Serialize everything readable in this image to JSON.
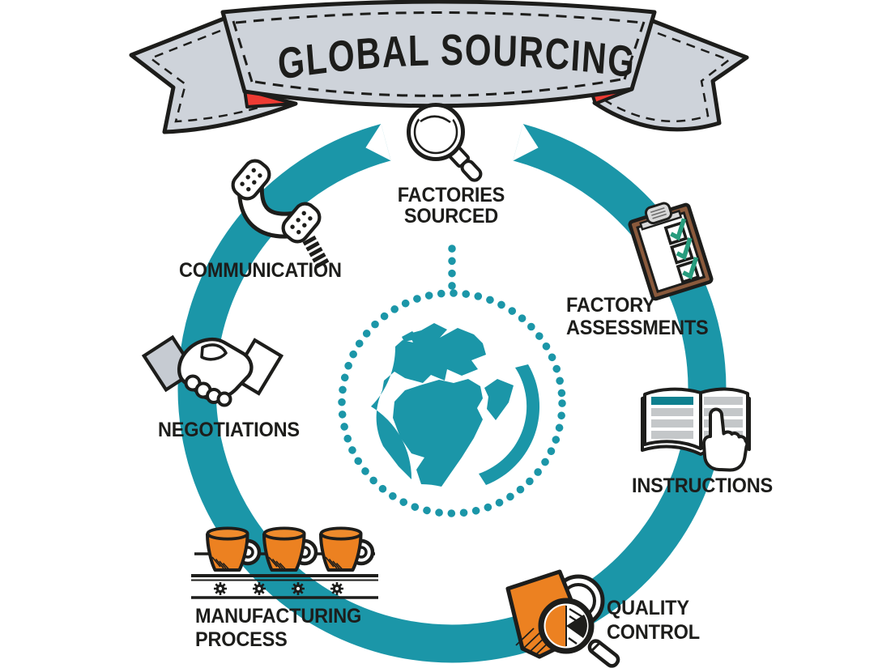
{
  "banner": {
    "title": "GLOBAL SOURCING"
  },
  "center": {
    "icon": "globe-icon"
  },
  "steps": [
    {
      "id": "factories-sourced",
      "icon": "magnifier-icon",
      "lines": [
        "FACTORIES",
        "SOURCED"
      ]
    },
    {
      "id": "factory-assessments",
      "icon": "clipboard-checklist-icon",
      "lines": [
        "FACTORY",
        "ASSESSMENTS"
      ]
    },
    {
      "id": "instructions",
      "icon": "open-book-hand-icon",
      "lines": [
        "INSTRUCTIONS"
      ]
    },
    {
      "id": "quality-control",
      "icon": "fabric-magnifier-icon",
      "lines": [
        "QUALITY",
        "CONTROL"
      ]
    },
    {
      "id": "manufacturing-process",
      "icon": "conveyor-mugs-icon",
      "lines": [
        "MANUFACTURING",
        "PROCESS"
      ]
    },
    {
      "id": "negotiations",
      "icon": "handshake-icon",
      "lines": [
        "NEGOTIATIONS"
      ]
    },
    {
      "id": "communication",
      "icon": "telephone-icon",
      "lines": [
        "COMMUNICATION"
      ]
    }
  ],
  "colors": {
    "teal": "#1b96a8",
    "orange": "#ec8121",
    "ink": "#1d1d1b",
    "banner_gray": "#ced3da",
    "ribbon_red": "#ee3b33",
    "brown": "#8a5a3c",
    "check_green": "#279c7d",
    "gray_bar": "#c4c7c9",
    "book_teal": "#0e808f",
    "sleeve_gray": "#c6cbd2",
    "clip_gray": "#d8d8d8"
  }
}
